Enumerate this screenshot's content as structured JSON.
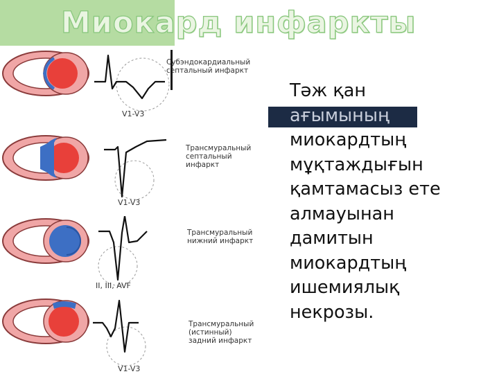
{
  "title": "Миокард инфаркты",
  "diagrams": [
    {
      "lead": "V1-V3",
      "label": "Субэндокардиальный\nсептальный инфаркт"
    },
    {
      "lead": "V1-V3",
      "label": "Трансмуральный\nсептальный\nинфаркт"
    },
    {
      "lead": "II, III, AVF",
      "label": "Трансмуральный\nнижний инфаркт"
    },
    {
      "lead": "V1-V3",
      "label": "Трансмуральный\n(истинный)\nзадний инфаркт"
    }
  ],
  "body_lines": [
    "Тəж қан",
    "ағымының",
    "миокардтың",
    "мұқтаждығын",
    "қамтамасыз ете",
    "алмауынан",
    "дамитын",
    "миокардтың",
    "ишемиялық",
    "некрозы."
  ],
  "colors": {
    "wall": "#f0a6a6",
    "wall_outline": "#8a3b3b",
    "cavity": "#e8403a",
    "ischemia": "#3d6fc4",
    "title_fill": "#eaf5e2",
    "title_stroke": "#8ac77e",
    "corner_block": "#b5dca2"
  }
}
